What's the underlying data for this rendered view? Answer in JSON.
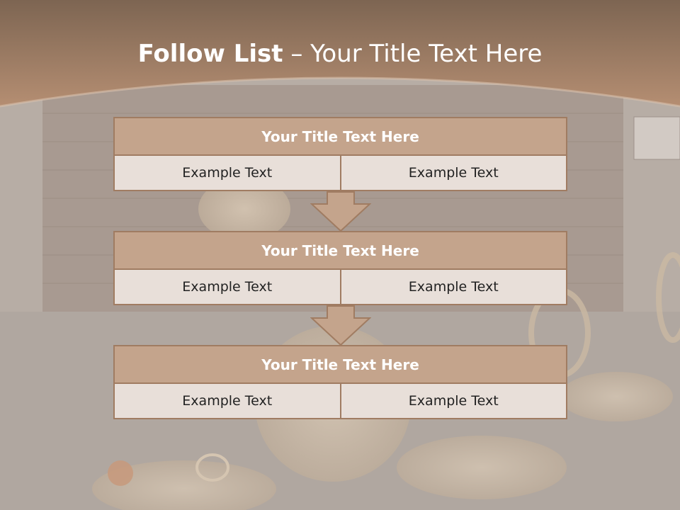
{
  "slide": {
    "title_bold": "Follow List",
    "title_rest": " – Your Title Text Here"
  },
  "steps": [
    {
      "title": "Your Title Text Here",
      "left": "Example Text",
      "right": "Example Text"
    },
    {
      "title": "Your Title Text Here",
      "left": "Example Text",
      "right": "Example Text"
    },
    {
      "title": "Your Title Text Here",
      "left": "Example Text",
      "right": "Example Text"
    }
  ],
  "colors": {
    "header_brown": "#9c7a60",
    "title_box": "#c4a48c",
    "cell_fill": "#e8dfd9",
    "border": "#a07c62"
  }
}
